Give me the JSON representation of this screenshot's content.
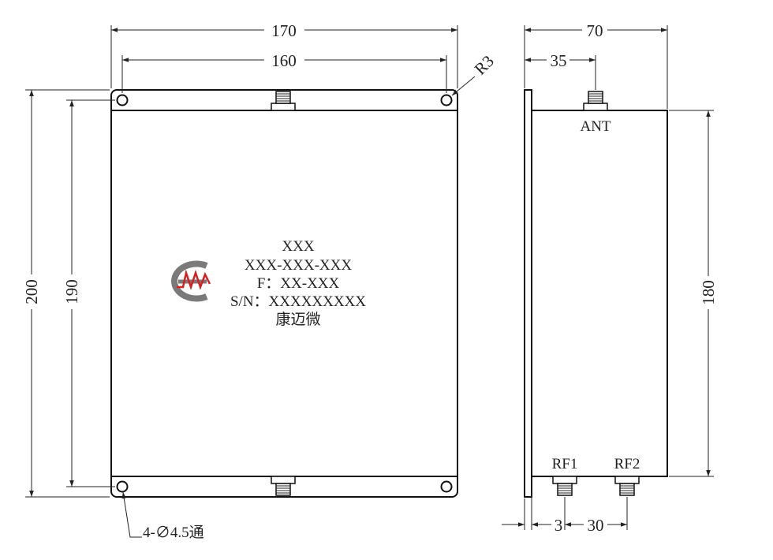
{
  "front_view": {
    "dim_overall_width": "170",
    "dim_hole_spacing_width": "160",
    "dim_overall_height": "200",
    "dim_hole_spacing_height": "190",
    "corner_radius": "R3",
    "hole_callout": "4-∅4.5通",
    "label_lines": [
      "XXX",
      "XXX-XXX-XXX",
      "F：XX-XXX",
      "S/N：XXXXXXXXX",
      "康迈微"
    ]
  },
  "side_view": {
    "dim_overall_width": "70",
    "dim_ant_offset": "35",
    "dim_body_height": "180",
    "dim_flange_thickness": "3",
    "dim_rf_spacing": "30",
    "port_ant": "ANT",
    "port_rf1": "RF1",
    "port_rf2": "RF2"
  },
  "colors": {
    "logo_gray": "#7a7a7a",
    "logo_red": "#d42020",
    "line": "#111111"
  }
}
